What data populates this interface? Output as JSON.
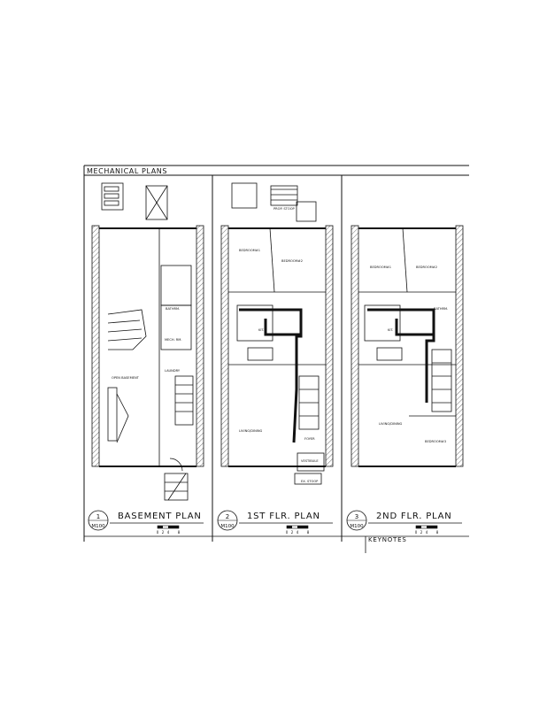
{
  "sheet": {
    "title": "MECHANICAL PLANS",
    "keynotes_label": "KEYNOTES"
  },
  "plans": [
    {
      "title": "BASEMENT PLAN",
      "number": "1",
      "sheet_ref": "M100",
      "scale_marks": [
        "0",
        "2",
        "4",
        "8"
      ],
      "rooms": [
        "OPEN BASEMENT",
        "BATHRM.",
        "MECH. RM.",
        "LAUNDRY"
      ]
    },
    {
      "title": "1ST FLR. PLAN",
      "number": "2",
      "sheet_ref": "M100",
      "scale_marks": [
        "0",
        "2",
        "4",
        "8"
      ],
      "rooms": [
        "BEDROOM#1",
        "BEDROOM#2",
        "KIT.",
        "LIVING/DINING",
        "FOYER",
        "VESTIBULE",
        "PROP. STOOP",
        "EX. STOOP"
      ]
    },
    {
      "title": "2ND FLR. PLAN",
      "number": "3",
      "sheet_ref": "M100",
      "scale_marks": [
        "0",
        "2",
        "4",
        "8"
      ],
      "rooms": [
        "BEDROOM#1",
        "BEDROOM#2",
        "BATHRM.",
        "KIT.",
        "LIVING/DINING",
        "BEDROOM#3"
      ]
    }
  ]
}
